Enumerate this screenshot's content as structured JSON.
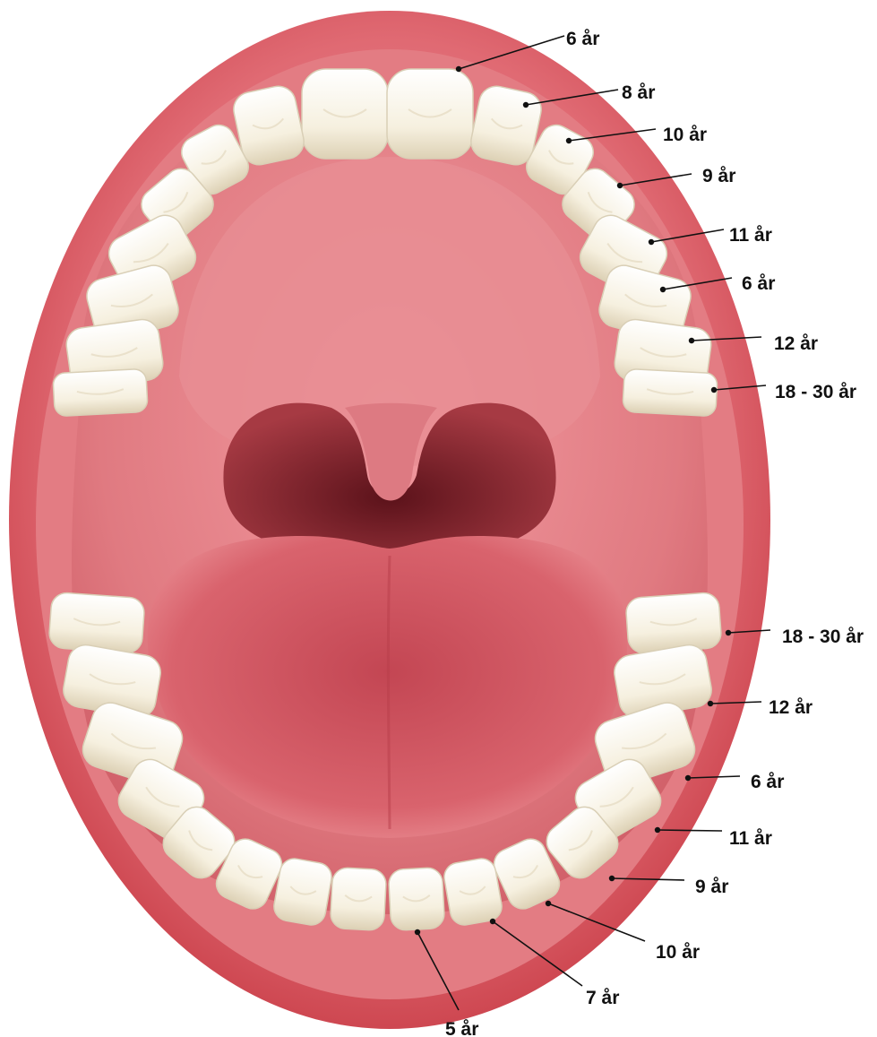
{
  "labels": {
    "upper": [
      "6 år",
      "8 år",
      "10 år",
      "9 år",
      "11 år",
      "6 år",
      "12 år",
      "18 - 30 år"
    ],
    "lower": [
      "18 - 30 år",
      "12 år",
      "6 år",
      "11 år",
      "9 år",
      "10 år",
      "7 år",
      "5 år"
    ]
  },
  "colors": {
    "lip_outer": "#c73a44",
    "lip_inner": "#e9848a",
    "mouth_cavity": "#d96770",
    "palate": "#e7868c",
    "throat": "#7a1f27",
    "tongue": "#c94c58",
    "tooth": "#f7f2e4",
    "tooth_shadow": "#d9cfb6",
    "label_text": "#111111"
  }
}
